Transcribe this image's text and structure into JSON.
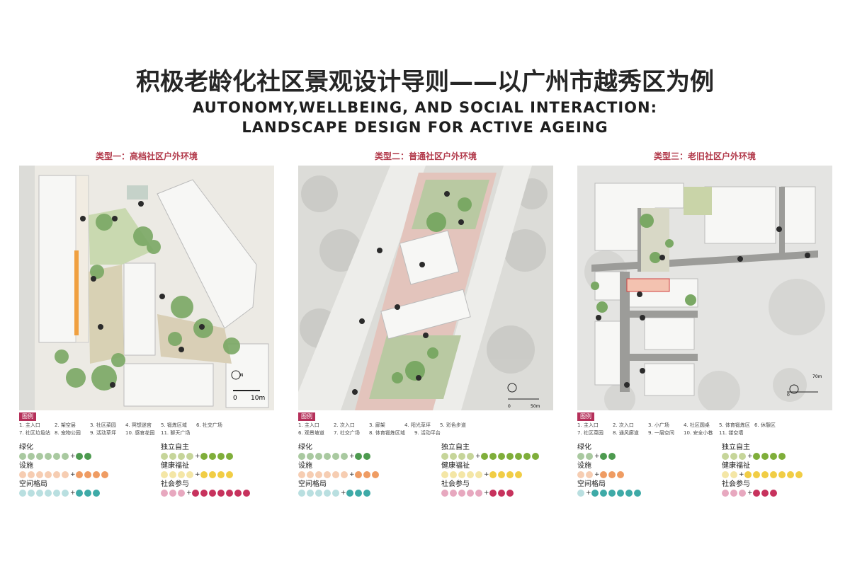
{
  "title_cn": "积极老龄化社区景观设计导则——以广州市越秀区为例",
  "title_en_1": "AUTONOMY,WELLBEING, AND SOCIAL INTERACTION:",
  "title_en_2": "LANDSCAPE DESIGN FOR ACTIVE AGEING",
  "colors": {
    "accent": "#b5305a",
    "green_light": "#a9c9a0",
    "green_dark": "#4d9a4f",
    "orange_light": "#f6cdb2",
    "orange_dark": "#ef9c63",
    "teal_light": "#b9dfe0",
    "teal_dark": "#3eaaa7",
    "olive_light": "#c6d59a",
    "olive_dark": "#7fae3a",
    "yellow_light": "#f4e6a6",
    "yellow_dark": "#f1cd45",
    "pink_light": "#e7a8bf",
    "pink_dark": "#c7325d"
  },
  "panels": [
    {
      "title": "类型一：高档社区户外环境",
      "legend_tag": "图例",
      "legend_row1": [
        "1. 主入口",
        "2. 架空层",
        "3. 社区菜园",
        "4. 冥想迷宫",
        "5. 锻炼区域",
        "6. 社交广场"
      ],
      "legend_row2": [
        "7. 社区垃圾站",
        "8. 宠物公园",
        "9. 活动草坪",
        "10. 感官花园",
        "11. 聊天广场"
      ],
      "scale": "10m",
      "scale_zero": "0",
      "scores": {
        "greening": {
          "label": "绿化",
          "light": 6,
          "dark": 2
        },
        "facility": {
          "label": "设施",
          "light": 6,
          "dark": 4
        },
        "space": {
          "label": "空间格局",
          "light": 6,
          "dark": 3
        },
        "autonomy": {
          "label": "独立自主",
          "light": 4,
          "dark": 4
        },
        "wellbeing": {
          "label": "健康福祉",
          "light": 4,
          "dark": 4
        },
        "social": {
          "label": "社会参与",
          "light": 3,
          "dark": 7
        }
      }
    },
    {
      "title": "类型二：普通社区户外环境",
      "legend_tag": "图例",
      "legend_row1": [
        "1. 主入口",
        "2. 次入口",
        "3. 廊架",
        "4. 阳光草坪",
        "5. 彩色步道"
      ],
      "legend_row2": [
        "6. 观景坡道",
        "7. 社交广场",
        "8. 体育锻炼区域",
        "9. 活动平台"
      ],
      "scale": "50m",
      "scale_zero": "0",
      "scores": {
        "greening": {
          "label": "绿化",
          "light": 6,
          "dark": 2
        },
        "facility": {
          "label": "设施",
          "light": 6,
          "dark": 3
        },
        "space": {
          "label": "空间格局",
          "light": 5,
          "dark": 3
        },
        "autonomy": {
          "label": "独立自主",
          "light": 4,
          "dark": 7
        },
        "wellbeing": {
          "label": "健康福祉",
          "light": 5,
          "dark": 4
        },
        "social": {
          "label": "社会参与",
          "light": 5,
          "dark": 3
        }
      }
    },
    {
      "title": "类型三：老旧社区户外环境",
      "legend_tag": "图例",
      "legend_row1": [
        "1. 主入口",
        "2. 次入口",
        "3. 小广场",
        "4. 社区圆桌",
        "5. 体育锻炼区",
        "6. 休憩区"
      ],
      "legend_row2": [
        "7. 社区菜园",
        "8. 通风廊道",
        "9. 一层空间",
        "10. 安全小巷",
        "11. 镂空墙"
      ],
      "scale": "70m",
      "scale_zero": "0",
      "scores": {
        "greening": {
          "label": "绿化",
          "light": 2,
          "dark": 2
        },
        "facility": {
          "label": "设施",
          "light": 2,
          "dark": 3
        },
        "space": {
          "label": "空间格局",
          "light": 1,
          "dark": 6
        },
        "autonomy": {
          "label": "独立自主",
          "light": 3,
          "dark": 4
        },
        "wellbeing": {
          "label": "健康福祉",
          "light": 2,
          "dark": 7
        },
        "social": {
          "label": "社会参与",
          "light": 3,
          "dark": 3
        }
      }
    }
  ]
}
